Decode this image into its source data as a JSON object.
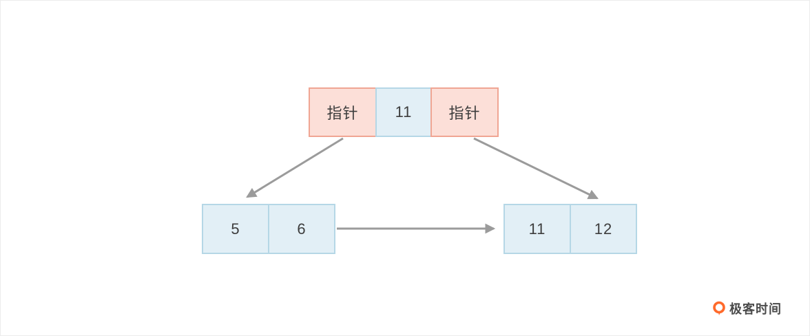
{
  "diagram": {
    "title": "b-plus-tree-node-diagram",
    "root": {
      "left_pointer": "指针",
      "key": "11",
      "right_pointer": "指针"
    },
    "left_leaf": {
      "cell1": "5",
      "cell2": "6"
    },
    "right_leaf": {
      "cell1": "11",
      "cell2": "12"
    },
    "edges": [
      {
        "name": "root-to-left-leaf",
        "direction": "down-left"
      },
      {
        "name": "root-to-right-leaf",
        "direction": "down-right"
      },
      {
        "name": "left-leaf-to-right-leaf",
        "direction": "right"
      }
    ]
  },
  "colors": {
    "pointer_fill": "#fcdfd8",
    "pointer_border": "#f0a593",
    "value_fill": "#e2eff6",
    "value_border": "#b5d7e6",
    "arrow": "#9b9b9b",
    "text": "#3d3d3d",
    "logo_orange": "#ff6a2b"
  },
  "branding": {
    "logo_text": "极客时间"
  }
}
